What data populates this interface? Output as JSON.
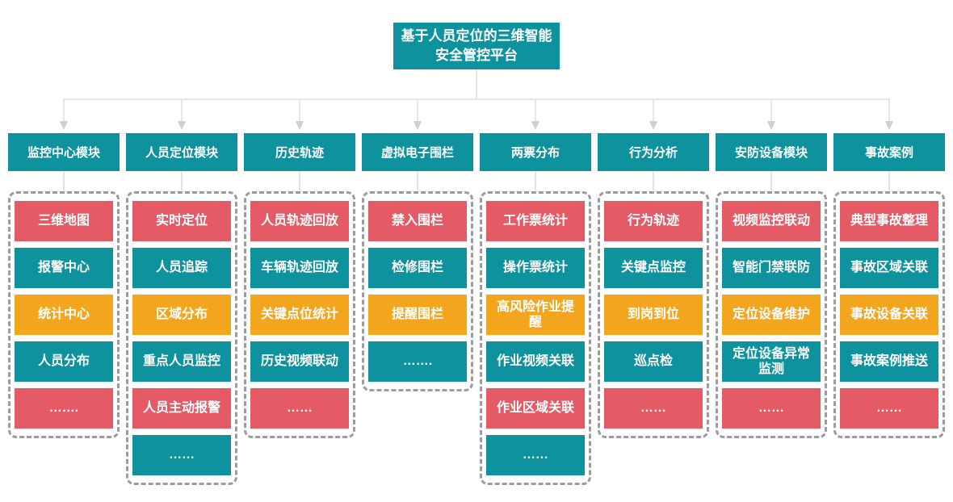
{
  "title": "基于人员定位的三维智能安全管控平台",
  "colors": {
    "teal": "#0d929e",
    "red": "#e45b66",
    "orange": "#f3a51e"
  },
  "columns": [
    {
      "header": "监控中心模块",
      "items": [
        {
          "label": "三维地图",
          "color": "red"
        },
        {
          "label": "报警中心",
          "color": "teal"
        },
        {
          "label": "统计中心",
          "color": "orange"
        },
        {
          "label": "人员分布",
          "color": "teal"
        },
        {
          "label": "…….",
          "color": "red"
        }
      ]
    },
    {
      "header": "人员定位模块",
      "items": [
        {
          "label": "实时定位",
          "color": "red"
        },
        {
          "label": "人员追踪",
          "color": "teal"
        },
        {
          "label": "区域分布",
          "color": "orange"
        },
        {
          "label": "重点人员监控",
          "color": "teal"
        },
        {
          "label": "人员主动报警",
          "color": "red"
        },
        {
          "label": "……",
          "color": "teal"
        }
      ]
    },
    {
      "header": "历史轨迹",
      "items": [
        {
          "label": "人员轨迹回放",
          "color": "red"
        },
        {
          "label": "车辆轨迹回放",
          "color": "teal"
        },
        {
          "label": "关键点位统计",
          "color": "orange"
        },
        {
          "label": "历史视频联动",
          "color": "teal"
        },
        {
          "label": "……",
          "color": "red"
        }
      ]
    },
    {
      "header": "虚拟电子围栏",
      "items": [
        {
          "label": "禁入围栏",
          "color": "red"
        },
        {
          "label": "检修围栏",
          "color": "teal"
        },
        {
          "label": "提醒围栏",
          "color": "orange"
        },
        {
          "label": "…….",
          "color": "teal"
        }
      ]
    },
    {
      "header": "两票分布",
      "items": [
        {
          "label": "工作票统计",
          "color": "red"
        },
        {
          "label": "操作票统计",
          "color": "teal"
        },
        {
          "label": "高风险作业提醒",
          "color": "orange"
        },
        {
          "label": "作业视频关联",
          "color": "teal"
        },
        {
          "label": "作业区域关联",
          "color": "red"
        },
        {
          "label": "……",
          "color": "teal"
        }
      ]
    },
    {
      "header": "行为分析",
      "items": [
        {
          "label": "行为轨迹",
          "color": "red"
        },
        {
          "label": "关键点监控",
          "color": "teal"
        },
        {
          "label": "到岗到位",
          "color": "orange"
        },
        {
          "label": "巡点检",
          "color": "teal"
        },
        {
          "label": "……",
          "color": "red"
        }
      ]
    },
    {
      "header": "安防设备模块",
      "items": [
        {
          "label": "视频监控联动",
          "color": "red"
        },
        {
          "label": "智能门禁联防",
          "color": "teal"
        },
        {
          "label": "定位设备维护",
          "color": "orange"
        },
        {
          "label": "定位设备异常监测",
          "color": "teal"
        },
        {
          "label": "……",
          "color": "red"
        }
      ]
    },
    {
      "header": "事故案例",
      "items": [
        {
          "label": "典型事故整理",
          "color": "red"
        },
        {
          "label": "事故区域关联",
          "color": "teal"
        },
        {
          "label": "事故设备关联",
          "color": "orange"
        },
        {
          "label": "事故案例推送",
          "color": "teal"
        },
        {
          "label": "……",
          "color": "red"
        }
      ]
    }
  ]
}
